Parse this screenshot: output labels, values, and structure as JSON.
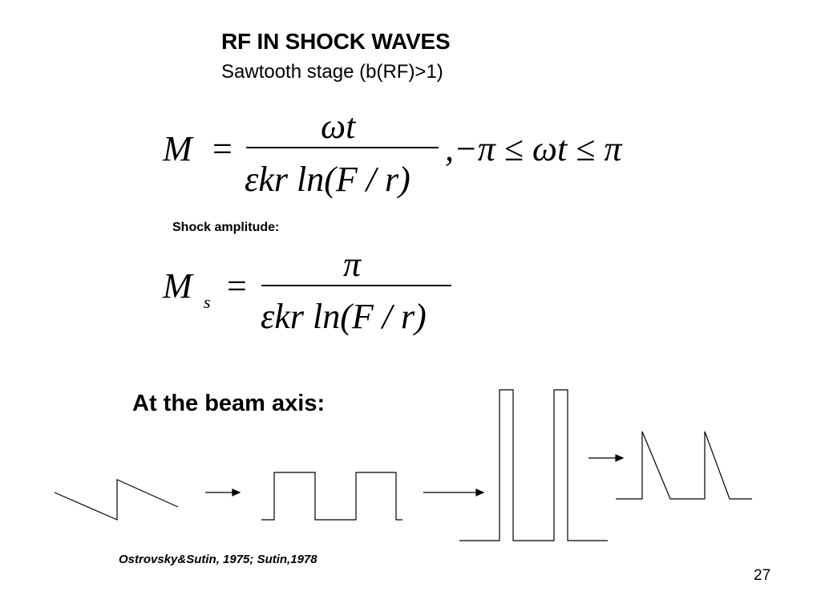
{
  "slide": {
    "title": "RF IN SHOCK WAVES",
    "subtitle": "Sawtooth stage (b(RF)>1)",
    "shock_label": "Shock amplitude:",
    "beam_label": "At the beam axis:",
    "citation": "Ostrovsky&Sutin, 1975; Sutin,1978",
    "page_number": "27"
  },
  "formula1": {
    "lhs": "M",
    "eq": "=",
    "numerator": "ωt",
    "denominator": "εkr ln(F / r)",
    "condition": ",−π ≤ ωt ≤ π"
  },
  "formula2": {
    "lhs": "M",
    "sub": "s",
    "eq": "=",
    "numerator": "π",
    "denominator": "εkr ln(F / r)"
  },
  "waveforms": [
    "sawtooth-wave",
    "square-wave",
    "tall-pulse-wave",
    "triangular-pulse-wave"
  ]
}
